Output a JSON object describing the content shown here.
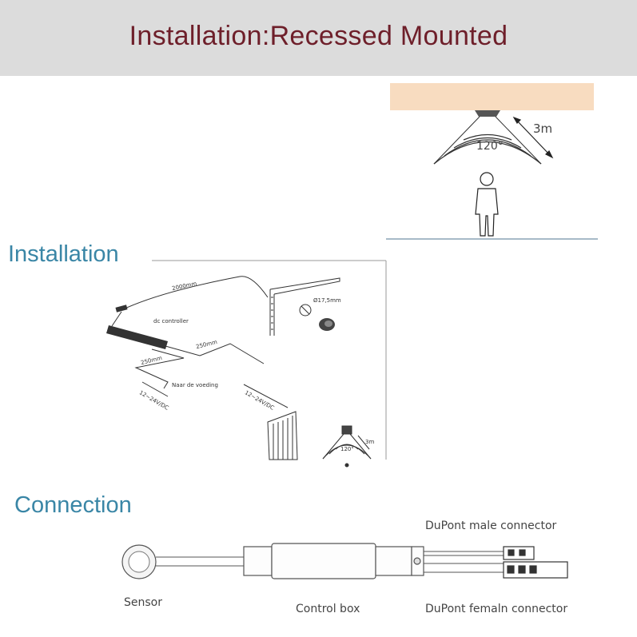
{
  "header": {
    "title": "Installation:Recessed Mounted"
  },
  "top_diagram": {
    "distance": "3m",
    "angle": "120°"
  },
  "installation": {
    "title": "Installation",
    "cable_2000": "2000mm",
    "controller": "dc controller",
    "cable_250_a": "250mm",
    "cable_250_b": "250mm",
    "hole_size": "Ø17,5mm",
    "power_note": "Naar de voeding",
    "voltage_a": "12~24V/DC",
    "voltage_b": "12~24V/DC",
    "mini_distance": "3m",
    "mini_angle": "120°"
  },
  "connection": {
    "title": "Connection",
    "male_connector": "DuPont male connector",
    "sensor": "Sensor",
    "control_box": "Control box",
    "female_connector": "DuPont femaln connector"
  },
  "colors": {
    "header_bg": "#dcdcdc",
    "header_text": "#6e1f2a",
    "section_title": "#3a86a6",
    "wood": "#f8dcc0",
    "floor_line": "#8aa3b5"
  }
}
